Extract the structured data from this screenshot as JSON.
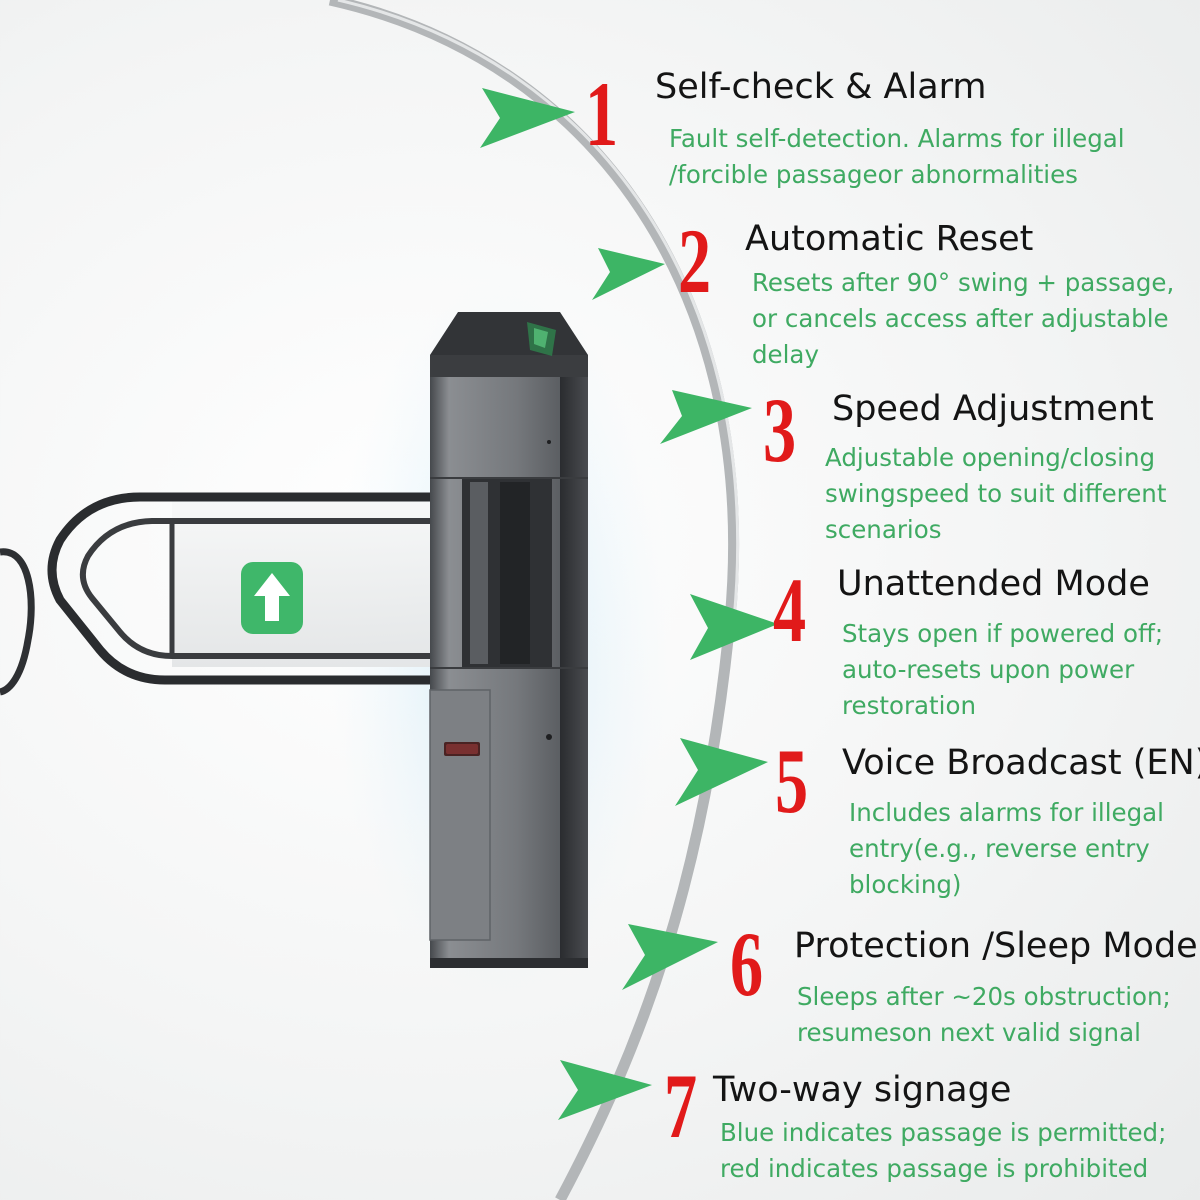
{
  "features": [
    {
      "number": "1",
      "title": "Self-check & Alarm",
      "description": [
        "Fault self-detection. Alarms for illegal",
        "/forcible passageor abnormalities"
      ]
    },
    {
      "number": "2",
      "title": "Automatic Reset",
      "description": [
        "Resets after 90°   swing + passage,",
        "or cancels access after adjustable",
        " delay"
      ]
    },
    {
      "number": "3",
      "title": "Speed Adjustment",
      "description": [
        "Adjustable opening/closing",
        "swingspeed to suit different",
        "scenarios"
      ]
    },
    {
      "number": "4",
      "title": "Unattended Mode",
      "description": [
        "Stays open if powered off;",
        "auto-resets upon power",
        "restoration"
      ]
    },
    {
      "number": "5",
      "title": "Voice Broadcast (EN)",
      "description": [
        "Includes alarms for illegal",
        "entry(e.g., reverse entry",
        "blocking)"
      ]
    },
    {
      "number": "6",
      "title": "Protection /Sleep Mode",
      "description": [
        "Sleeps after ~20s obstruction;",
        "resumeson next valid signal"
      ]
    },
    {
      "number": "7",
      "title": "Two-way signage",
      "description": [
        "Blue indicates passage is permitted;",
        "red indicates passage is prohibited"
      ]
    }
  ],
  "colors": {
    "number_red": "#e11a1a",
    "title_black": "#141414",
    "description_green": "#3faa62",
    "arrow_green": "#3db565",
    "indicator_green": "#3fb76a",
    "gate_body": "#6b6d70"
  },
  "icons": {
    "arrow_pointer": "green-arrowhead-icon",
    "gate_indicator": "up-arrow-icon"
  }
}
